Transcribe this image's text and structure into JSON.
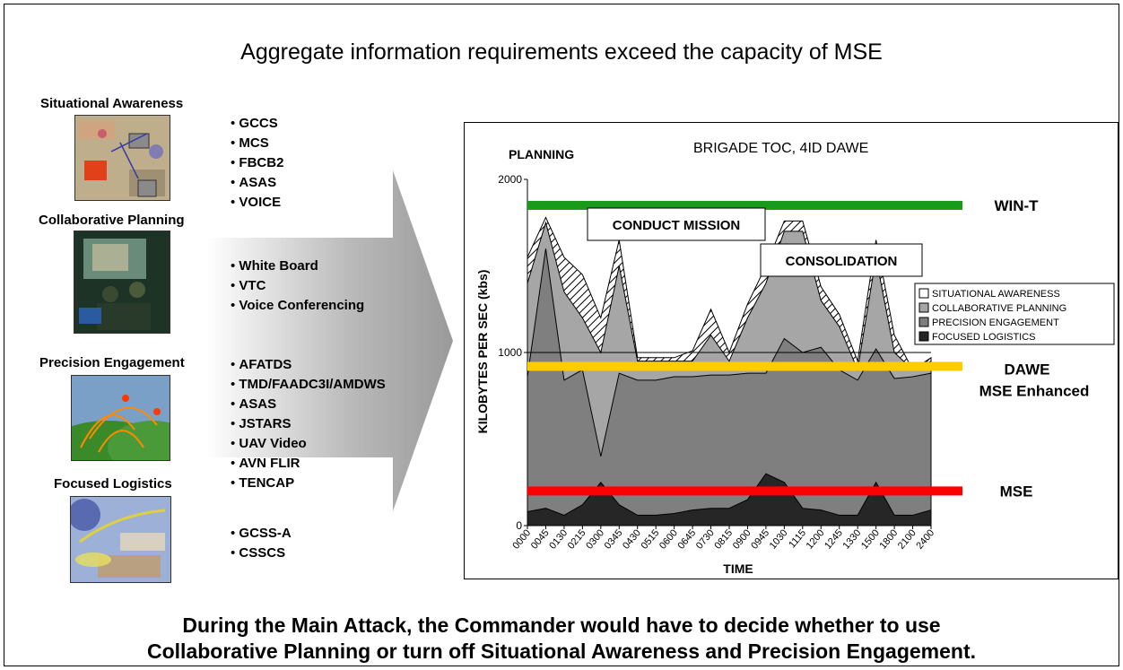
{
  "title": "Aggregate information requirements exceed the capacity of MSE",
  "bottom_text": [
    "During the Main Attack, the Commander would have to decide whether to use",
    "Collaborative Planning or turn off Situational Awareness and Precision Engagement."
  ],
  "sections": [
    {
      "title": "Situational Awareness",
      "items": [
        "GCCS",
        "MCS",
        "FBCB2",
        "ASAS",
        "VOICE"
      ]
    },
    {
      "title": "Collaborative Planning",
      "items": [
        "White Board",
        "VTC",
        "Voice Conferencing"
      ]
    },
    {
      "title": "Precision Engagement",
      "items": [
        "AFATDS",
        "TMD/FAADC3I/AMDWS",
        "ASAS",
        "JSTARS",
        "UAV Video",
        "AVN FLIR",
        "TENCAP"
      ]
    },
    {
      "title": "Focused Logistics",
      "items": [
        "GCSS-A",
        "CSSCS"
      ]
    }
  ],
  "colors": {
    "win_t": "#1a9a1a",
    "dawe": "#ffcc00",
    "mse": "#ff0000",
    "arrow": "#a9a9a9",
    "situational_awareness": "#ffffff",
    "collaborative_planning": "#a6a6a6",
    "precision_engagement": "#7f7f7f",
    "focused_logistics": "#262626"
  },
  "chart_data": {
    "type": "area",
    "title": "BRIGADE TOC, 4ID DAWE",
    "corner_label": "PLANNING",
    "xlabel": "TIME",
    "ylabel": "KILOBYTES PER SEC (kbs)",
    "ylim": [
      0,
      2000
    ],
    "yticks": [
      "2000",
      "1000",
      "0"
    ],
    "x": [
      "0000",
      "0045",
      "0130",
      "0215",
      "0300",
      "0345",
      "0430",
      "0515",
      "0600",
      "0645",
      "0730",
      "0815",
      "0900",
      "0945",
      "1030",
      "1115",
      "1200",
      "1245",
      "1330",
      "1500",
      "1800",
      "2100",
      "2400"
    ],
    "legend": [
      "SITUATIONAL AWARENESS",
      "COLLABORATIVE PLANNING",
      "PRECISION ENGAGEMENT",
      "FOCUSED LOGISTICS"
    ],
    "legend_position": "right",
    "series": [
      {
        "name": "FOCUSED LOGISTICS",
        "values": [
          80,
          100,
          60,
          120,
          250,
          120,
          60,
          60,
          70,
          90,
          100,
          100,
          150,
          300,
          250,
          100,
          90,
          60,
          60,
          250,
          60,
          60,
          90
        ]
      },
      {
        "name": "PRECISION ENGAGEMENT",
        "values": [
          860,
          1600,
          840,
          900,
          400,
          880,
          840,
          840,
          860,
          860,
          870,
          870,
          880,
          880,
          1080,
          1000,
          1030,
          900,
          840,
          1020,
          850,
          860,
          880
        ]
      },
      {
        "name": "COLLABORATIVE PLANNING",
        "values": [
          1400,
          1750,
          1350,
          1200,
          1000,
          1500,
          950,
          950,
          950,
          950,
          1100,
          950,
          1200,
          1400,
          1700,
          1700,
          1300,
          1150,
          900,
          1550,
          1000,
          900,
          950
        ]
      },
      {
        "name": "SITUATIONAL AWARENESS",
        "values": [
          1550,
          1780,
          1550,
          1450,
          1200,
          1650,
          970,
          970,
          970,
          1010,
          1250,
          1000,
          1280,
          1500,
          1760,
          1760,
          1380,
          1220,
          950,
          1650,
          1100,
          900,
          970
        ]
      }
    ],
    "thresholds": [
      {
        "label": "WIN-T",
        "value": 1850
      },
      {
        "label": "DAWE",
        "sublabel": "MSE Enhanced",
        "value": 920
      },
      {
        "label": "MSE",
        "value": 200
      }
    ],
    "annotations": [
      "CONDUCT MISSION",
      "CONSOLIDATION"
    ]
  }
}
